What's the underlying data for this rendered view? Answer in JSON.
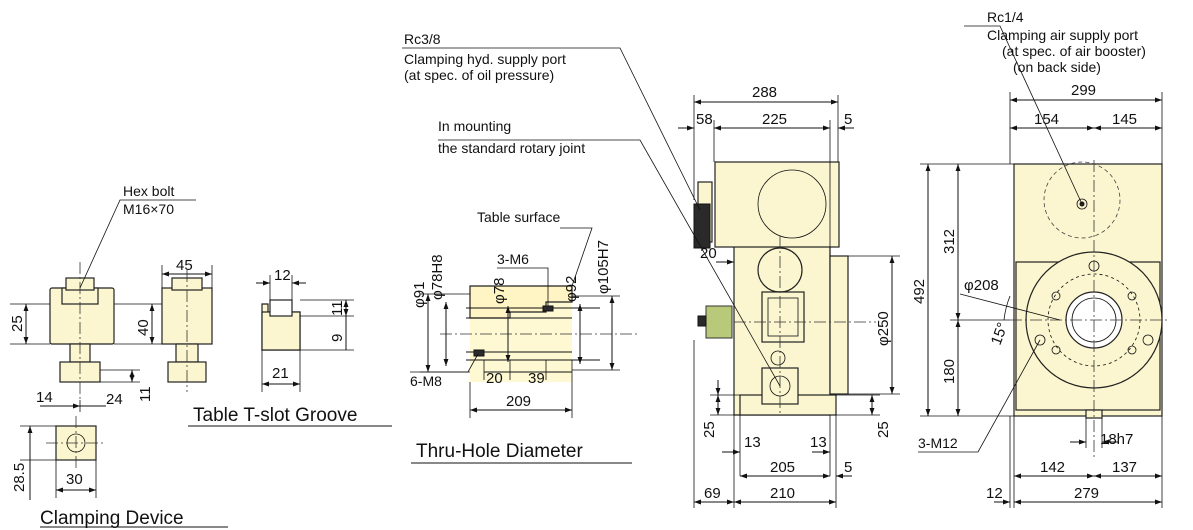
{
  "clamping": {
    "title": "Clamping Device",
    "bolt_label": "Hex bolt",
    "bolt_size": "M16×70",
    "dims": {
      "d25": "25",
      "d40": "40",
      "d45": "45",
      "d14": "14",
      "d24": "24",
      "d11": "11",
      "d28_5": "28.5",
      "d30": "30"
    }
  },
  "tslot": {
    "title": "Table T-slot Groove",
    "dims": {
      "d12": "12",
      "d11": "11",
      "d9": "9",
      "d21": "21"
    }
  },
  "thruhole": {
    "title": "Thru-Hole Diameter",
    "table_surface": "Table surface",
    "m6": "3-M6",
    "m8": "6-M8",
    "dims": {
      "d91": "φ91",
      "d78h8": "φ78H8",
      "d78": "φ78",
      "d92": "φ92",
      "d105h7": "φ105H7",
      "d20": "20",
      "d39": "39",
      "d209": "209"
    }
  },
  "side": {
    "hyd_port": "Rc3/8",
    "hyd_desc1": "Clamping hyd. supply port",
    "hyd_desc2": "(at spec. of oil pressure)",
    "mount1": "In mounting",
    "mount2": "the standard rotary joint",
    "dims": {
      "d288": "288",
      "d58": "58",
      "d225": "225",
      "d5a": "5",
      "d20": "20",
      "d250": "φ250",
      "d25a": "25",
      "d13a": "13",
      "d13b": "13",
      "d25b": "25",
      "d205": "205",
      "d5b": "5",
      "d69": "69",
      "d210": "210"
    }
  },
  "front": {
    "air_port": "Rc1/4",
    "air_desc1": "Clamping air supply port",
    "air_desc2": "(at spec. of air booster)",
    "air_desc3": "(on back side)",
    "m12": "3-M12",
    "dims": {
      "d299": "299",
      "d154": "154",
      "d145": "145",
      "d312": "312",
      "d492": "492",
      "d180": "180",
      "d208": "φ208",
      "d15": "15°",
      "d18h7": "18h7",
      "d142": "142",
      "d137": "137",
      "d12": "12",
      "d279": "279"
    }
  }
}
